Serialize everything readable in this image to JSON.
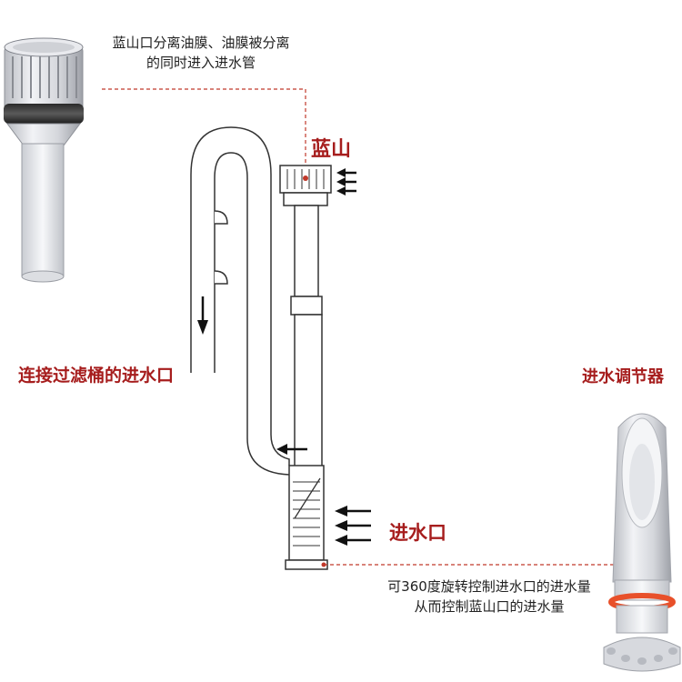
{
  "labels": {
    "top_note_line1": "蓝山口分离油膜、油膜被分离",
    "top_note_line2": "的同时进入进水管",
    "lanshan": "蓝山",
    "connect_filter_inlet": "连接过滤桶的进水口",
    "water_inlet": "进水口",
    "regulator": "进水调节器",
    "bottom_note_line1": "可360度旋转控制进水口的进水量",
    "bottom_note_line2": "从而控制蓝山口的进水量"
  },
  "colors": {
    "accent_text": "#a61d1d",
    "leader_line": "#c0392b",
    "outline": "#333333",
    "regulator_ring": "#e8502a"
  },
  "icons": [
    "surface-skimmer-head-photo",
    "inlet-regulator-photo",
    "flow-arrow-icon"
  ]
}
